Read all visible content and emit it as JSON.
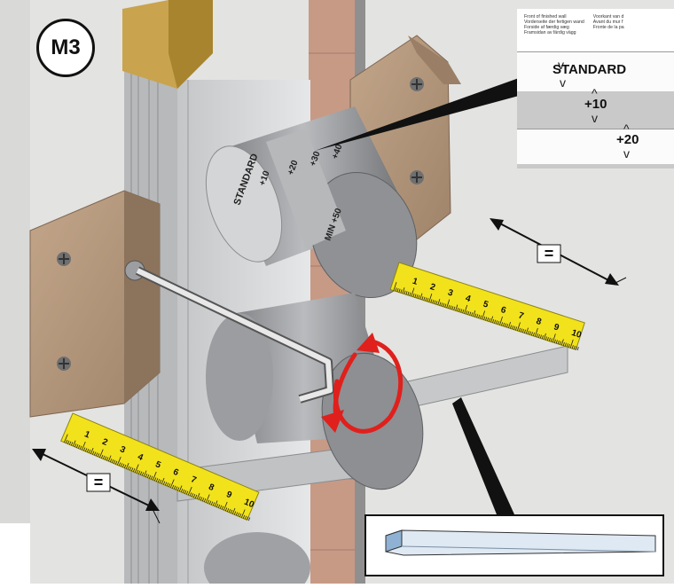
{
  "step_badge": "M3",
  "inset_header": {
    "col1": [
      "Front of finished wall",
      "Vorderseite der fertigen wand",
      "Forside af færdig væg",
      "Framsidan av färdig vägg"
    ],
    "col2": [
      "Voorkant van d",
      "Avant du mur f",
      "Fronte de la pa"
    ]
  },
  "inset_labels": {
    "standard": "STANDARD",
    "plus10": "+10",
    "plus20": "+20"
  },
  "dial_labels": [
    "STANDARD",
    "+10",
    "+20",
    "+30",
    "+40",
    "MIN +50"
  ],
  "ruler_numbers": [
    "1",
    "2",
    "3",
    "4",
    "5",
    "6",
    "7",
    "8",
    "9",
    "10"
  ],
  "equal_marks": [
    "=",
    "="
  ],
  "colors": {
    "wall": "#e3e3e1",
    "ruler_yellow": "#f2e21b",
    "bracket": "#b59a80",
    "timber": "#c9a34e",
    "arrow_red": "#e0201c"
  }
}
